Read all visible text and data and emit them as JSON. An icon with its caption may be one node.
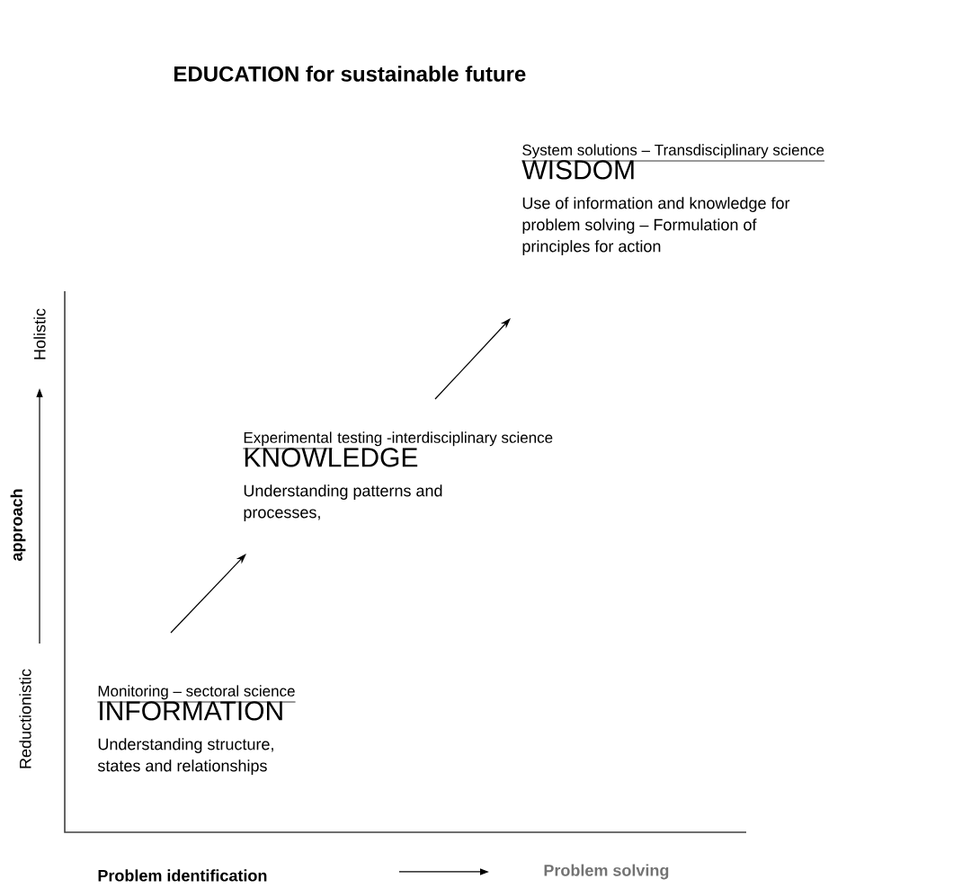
{
  "diagram": {
    "title": "EDUCATION for sustainable future",
    "nodes": [
      {
        "text": [
          "Monitoring – sectoral science",
          "INFORMATION",
          "Understanding structure, states and relationships"
        ]
      },
      {
        "text": [
          "Experimental",
          "testing -interdisciplinary science",
          "KNOWLEDGE",
          "Understanding patterns and processes,"
        ]
      },
      {
        "text": [
          "System solutions – Transdisciplinary science",
          "WISDOM",
          "Use of information and knowledge for problem solving – Formulation of principles for action"
        ]
      }
    ],
    "edges": [
      {
        "from": 0,
        "to": 1,
        "arrow": "to"
      },
      {
        "from": 1,
        "to": 2,
        "arrow": "to"
      }
    ],
    "labels": [
      "Holistic",
      "approach",
      "Reductionistic",
      "Problem identification",
      "Problem solving"
    ]
  }
}
